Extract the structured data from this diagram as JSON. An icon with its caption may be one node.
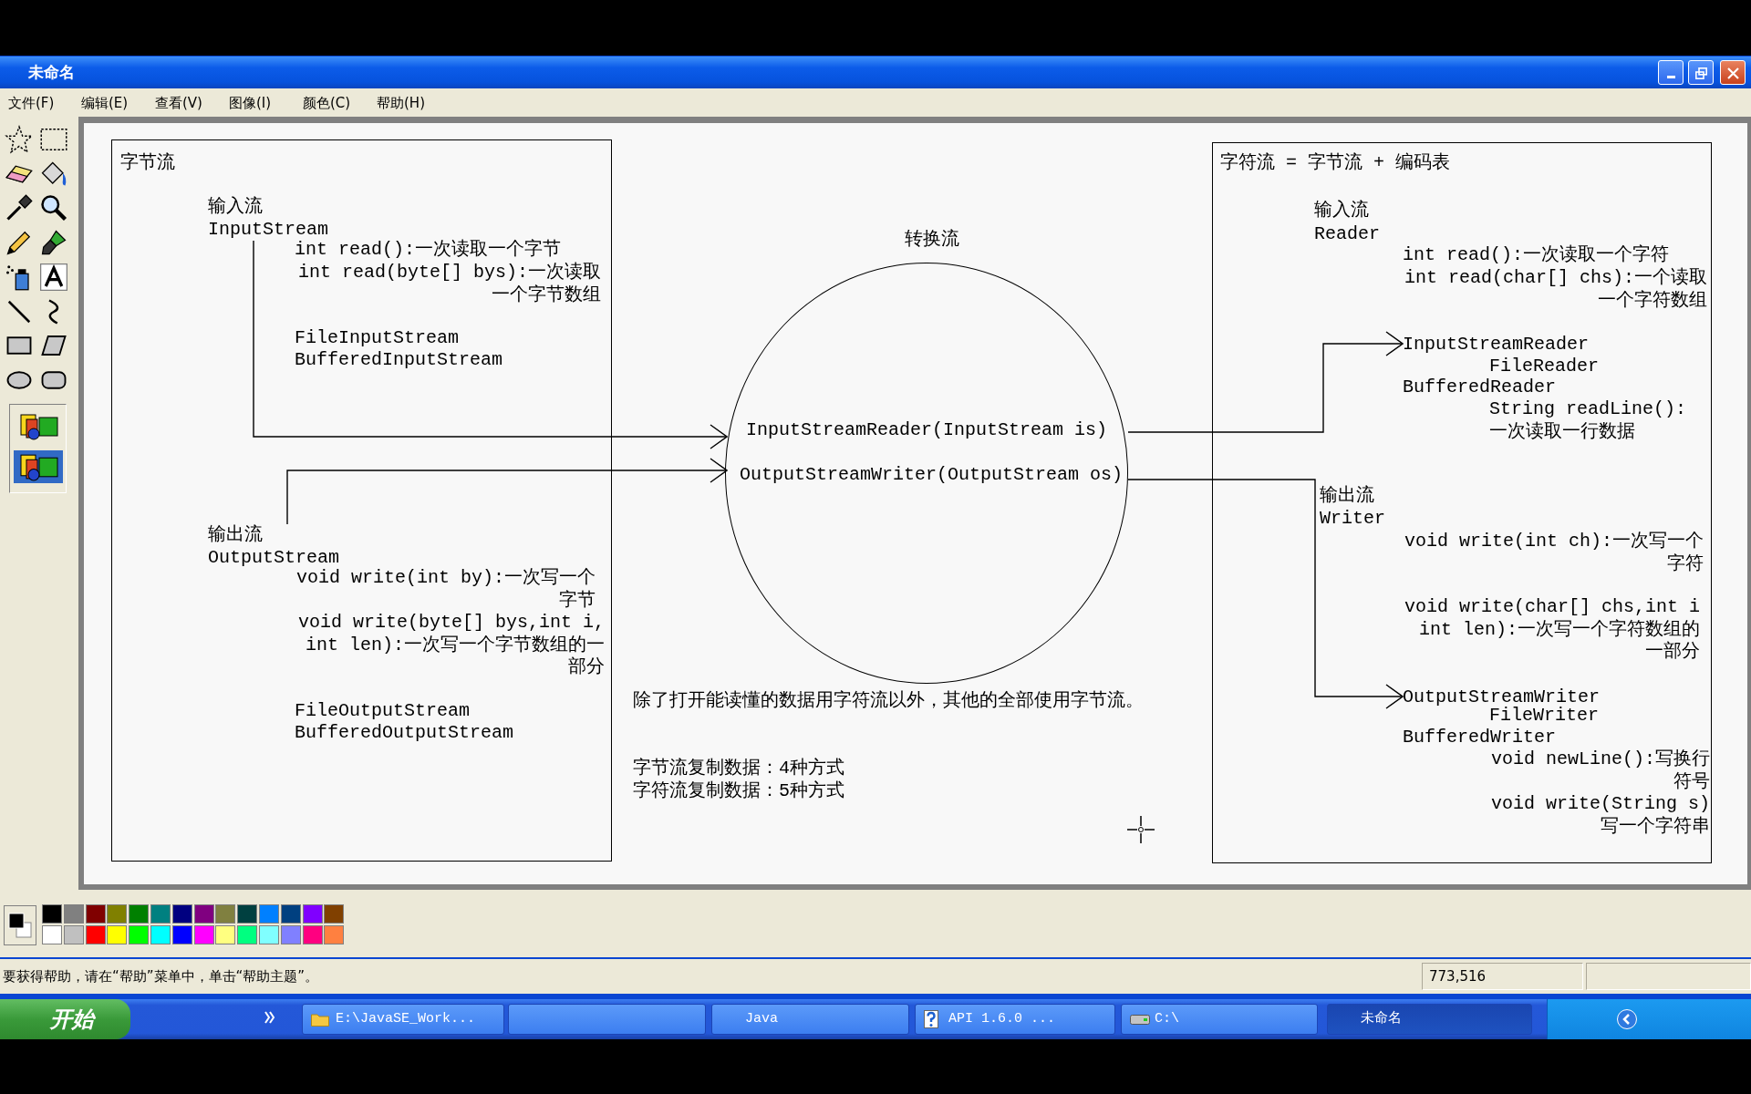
{
  "diagram": {
    "nodes": [
      {
        "text": [
          "字节流"
        ]
      },
      {
        "text": [
          "输入流",
          "InputStream"
        ],
        "in": 0
      },
      {
        "text": [
          "输出流",
          "OutputStream"
        ],
        "in": 0
      },
      {
        "text": [
          "转换流"
        ]
      },
      {
        "text": [
          "InputStreamReader(InputStream is)"
        ],
        "in": 3
      },
      {
        "text": [
          "OutputStreamWriter(OutputStream os)"
        ],
        "in": 3
      },
      {
        "text": [
          "字符流 = 字节流 + 编码表"
        ]
      },
      {
        "text": [
          "InputStreamReader"
        ],
        "in": 6
      },
      {
        "text": [
          "OutputStreamWriter"
        ],
        "in": 6
      }
    ],
    "edges": [
      {
        "from": 1,
        "to": 4,
        "arrow": "to"
      },
      {
        "from": 2,
        "to": 5,
        "arrow": "to"
      },
      {
        "from": 4,
        "to": 7,
        "arrow": "to"
      },
      {
        "from": 5,
        "to": 8,
        "arrow": "to"
      }
    ],
    "labels": [
      "未命名",
      "文件(F)",
      "编辑(E)",
      "查看(V)",
      "图像(I)",
      "颜色(C)",
      "帮助(H)",
      "int read():一次读取一个字节",
      "int read(byte[] bys):一次读取一个字节数组",
      "FileInputStream",
      "BufferedInputStream",
      "void write(int by):一次写一个字节",
      "void write(byte[] bys,int i, int len):一次写一个字节数组的一部分",
      "FileOutputStream",
      "BufferedOutputStream",
      "输入流",
      "Reader",
      "int read():一次读取一个字符",
      "int read(char[] chs):一个读取一个字符数组",
      "FileReader",
      "BufferedReader",
      "String readLine():一次读取一行数据",
      "输出流",
      "Writer",
      "void write(int ch):一次写一个字符",
      "void write(char[] chs,int i int len):一次写一个字符数组的一部分",
      "FileWriter",
      "BufferedWriter",
      "void newLine():写换行符号",
      "void write(String s)写一个字符串",
      "除了打开能读懂的数据用字符流以外，其他的全部使用字节流。",
      "字节流复制数据：4种方式",
      "字符流复制数据：5种方式",
      "要获得帮助，请在“帮助”菜单中，单击“帮助主题”。",
      "773,516",
      "开始",
      "E:\\JavaSE_Work...",
      "Java",
      "API 1.6.0 ...",
      "C:\\",
      "未命名"
    ]
  }
}
